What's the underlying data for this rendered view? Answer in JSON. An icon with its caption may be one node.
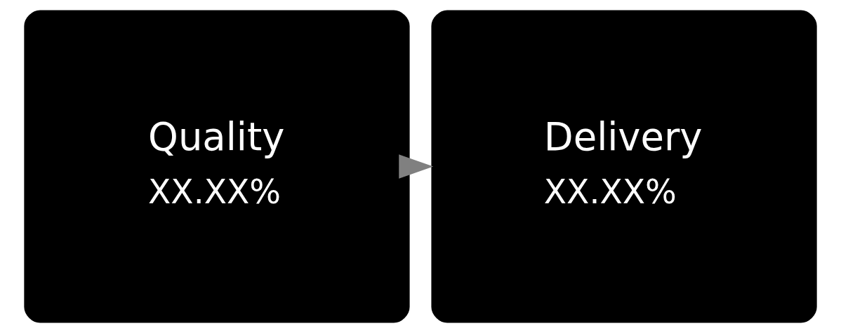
{
  "diagram": {
    "nodes": [
      {
        "text": [
          "Quality",
          "XX.XX%"
        ]
      },
      {
        "text": [
          "Delivery",
          "XX.XX%"
        ]
      }
    ],
    "edges": [
      {
        "from": 0,
        "to": 1,
        "arrow": "to"
      }
    ]
  }
}
